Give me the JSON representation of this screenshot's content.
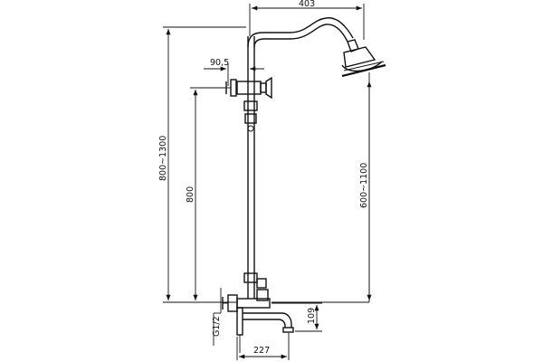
{
  "dimensions": {
    "head_reach": "403",
    "valve_offset": "90,5",
    "total_height": "800~1300",
    "valve_height": "800",
    "head_height": "600~1100",
    "thread": "G1/2",
    "spout_drop": "109",
    "spout_reach": "227"
  },
  "colors": {
    "line": "#111111",
    "background": "#ffffff"
  }
}
